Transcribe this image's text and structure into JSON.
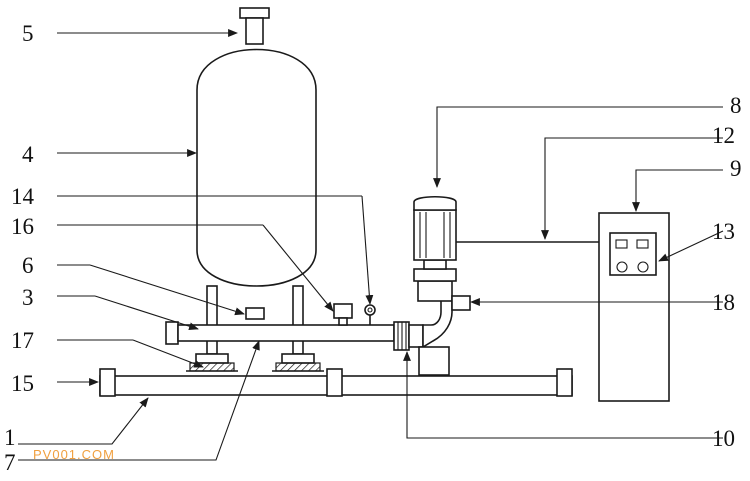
{
  "labels": {
    "l1": "1",
    "l3": "3",
    "l4": "4",
    "l5": "5",
    "l6": "6",
    "l7": "7",
    "l8": "8",
    "l9": "9",
    "l10": "10",
    "l12": "12",
    "l13": "13",
    "l14": "14",
    "l15": "15",
    "l16": "16",
    "l17": "17",
    "l18": "18"
  },
  "watermark": "PV001.COM",
  "colors": {
    "line": "#1a1a1a",
    "watermark": "#f0a040"
  }
}
